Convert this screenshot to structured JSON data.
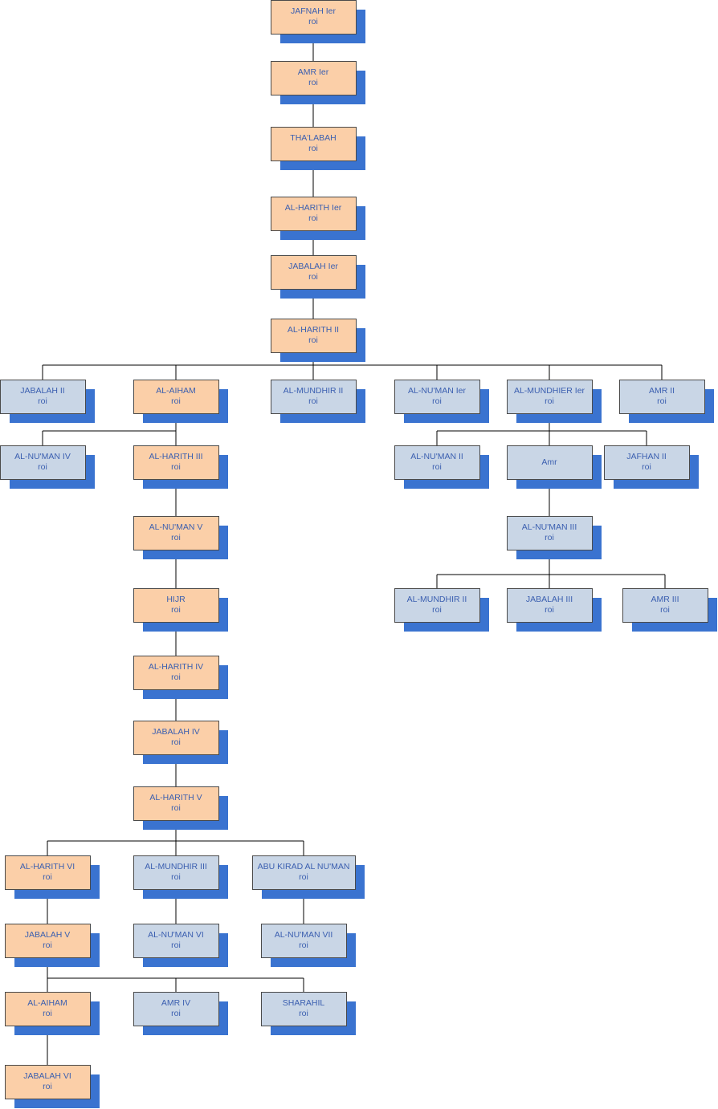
{
  "colors": {
    "direct_line_fill": "#fbcfa8",
    "collateral_fill": "#c9d6e6",
    "shadow": "#3a73d0",
    "border": "#4a4a4a",
    "connector": "#000000",
    "text": "#3b5fb0"
  },
  "nodes": [
    {
      "id": "jafnah1",
      "name": "JAFNAH Ier",
      "title": "roi",
      "line": "direct"
    },
    {
      "id": "amr1",
      "name": "AMR Ier",
      "title": "roi",
      "line": "direct"
    },
    {
      "id": "thalabah",
      "name": "THA'LABAH",
      "title": "roi",
      "line": "direct"
    },
    {
      "id": "harith1",
      "name": "AL-HARITH Ier",
      "title": "roi",
      "line": "direct"
    },
    {
      "id": "jabalah1",
      "name": "JABALAH Ier",
      "title": "roi",
      "line": "direct"
    },
    {
      "id": "harith2",
      "name": "AL-HARITH II",
      "title": "roi",
      "line": "direct"
    },
    {
      "id": "jabalah2",
      "name": "JABALAH II",
      "title": "roi",
      "line": "collateral"
    },
    {
      "id": "aiham1",
      "name": "AL-AIHAM",
      "title": "roi",
      "line": "direct"
    },
    {
      "id": "mundhir2",
      "name": "AL-MUNDHIR II",
      "title": "roi",
      "line": "collateral"
    },
    {
      "id": "numan1",
      "name": "AL-NU'MAN Ier",
      "title": "roi",
      "line": "collateral"
    },
    {
      "id": "mundhier1",
      "name": "AL-MUNDHIER Ier",
      "title": "roi",
      "line": "collateral"
    },
    {
      "id": "amr2",
      "name": "AMR II",
      "title": "roi",
      "line": "collateral"
    },
    {
      "id": "numan4",
      "name": "AL-NU'MAN IV",
      "title": "roi",
      "line": "collateral"
    },
    {
      "id": "harith3",
      "name": "AL-HARITH III",
      "title": "roi",
      "line": "direct"
    },
    {
      "id": "numan2",
      "name": "AL-NU'MAN II",
      "title": "roi",
      "line": "collateral"
    },
    {
      "id": "amr",
      "name": "Amr",
      "title": "",
      "line": "collateral"
    },
    {
      "id": "jafhan2",
      "name": "JAFHAN II",
      "title": "roi",
      "line": "collateral"
    },
    {
      "id": "numan5",
      "name": "AL-NU'MAN V",
      "title": "roi",
      "line": "direct"
    },
    {
      "id": "numan3",
      "name": "AL-NU'MAN III",
      "title": "roi",
      "line": "collateral"
    },
    {
      "id": "hijr",
      "name": "HIJR",
      "title": "roi",
      "line": "direct"
    },
    {
      "id": "mundhir2b",
      "name": "AL-MUNDHIR II",
      "title": "roi",
      "line": "collateral"
    },
    {
      "id": "jabalah3",
      "name": "JABALAH III",
      "title": "roi",
      "line": "collateral"
    },
    {
      "id": "amr3",
      "name": "AMR III",
      "title": "roi",
      "line": "collateral"
    },
    {
      "id": "harith4",
      "name": "AL-HARITH IV",
      "title": "roi",
      "line": "direct"
    },
    {
      "id": "jabalah4",
      "name": "JABALAH IV",
      "title": "roi",
      "line": "direct"
    },
    {
      "id": "harith5",
      "name": "AL-HARITH V",
      "title": "roi",
      "line": "direct"
    },
    {
      "id": "harith6",
      "name": "AL-HARITH VI",
      "title": "roi",
      "line": "direct"
    },
    {
      "id": "mundhir3",
      "name": "AL-MUNDHIR III",
      "title": "roi",
      "line": "collateral"
    },
    {
      "id": "abukirad",
      "name": "ABU KIRAD AL NU'MAN",
      "title": "roi",
      "line": "collateral"
    },
    {
      "id": "jabalah5",
      "name": "JABALAH V",
      "title": "roi",
      "line": "direct"
    },
    {
      "id": "numan6",
      "name": "AL-NU'MAN VI",
      "title": "roi",
      "line": "collateral"
    },
    {
      "id": "numan7",
      "name": "AL-NU'MAN VII",
      "title": "roi",
      "line": "collateral"
    },
    {
      "id": "aiham2",
      "name": "AL-AIHAM",
      "title": "roi",
      "line": "direct"
    },
    {
      "id": "amr4",
      "name": "AMR IV",
      "title": "roi",
      "line": "collateral"
    },
    {
      "id": "sharahil",
      "name": "SHARAHIL",
      "title": "roi",
      "line": "collateral"
    },
    {
      "id": "jabalah6",
      "name": "JABALAH VI",
      "title": "roi",
      "line": "direct"
    }
  ],
  "edges": [
    [
      "jafnah1",
      "amr1"
    ],
    [
      "amr1",
      "thalabah"
    ],
    [
      "thalabah",
      "harith1"
    ],
    [
      "harith1",
      "jabalah1"
    ],
    [
      "jabalah1",
      "harith2"
    ],
    [
      "harith2",
      "jabalah2"
    ],
    [
      "harith2",
      "aiham1"
    ],
    [
      "harith2",
      "mundhir2"
    ],
    [
      "harith2",
      "numan1"
    ],
    [
      "harith2",
      "mundhier1"
    ],
    [
      "harith2",
      "amr2"
    ],
    [
      "aiham1",
      "numan4"
    ],
    [
      "aiham1",
      "harith3"
    ],
    [
      "mundhier1",
      "numan2"
    ],
    [
      "mundhier1",
      "amr"
    ],
    [
      "mundhier1",
      "jafhan2"
    ],
    [
      "harith3",
      "numan5"
    ],
    [
      "amr",
      "numan3"
    ],
    [
      "numan5",
      "hijr"
    ],
    [
      "numan3",
      "mundhir2b"
    ],
    [
      "numan3",
      "jabalah3"
    ],
    [
      "numan3",
      "amr3"
    ],
    [
      "hijr",
      "harith4"
    ],
    [
      "harith4",
      "jabalah4"
    ],
    [
      "jabalah4",
      "harith5"
    ],
    [
      "harith5",
      "harith6"
    ],
    [
      "harith5",
      "mundhir3"
    ],
    [
      "harith5",
      "abukirad"
    ],
    [
      "harith6",
      "jabalah5"
    ],
    [
      "mundhir3",
      "numan6"
    ],
    [
      "abukirad",
      "numan7"
    ],
    [
      "jabalah5",
      "aiham2"
    ],
    [
      "jabalah5",
      "amr4"
    ],
    [
      "jabalah5",
      "sharahil"
    ],
    [
      "aiham2",
      "jabalah6"
    ]
  ]
}
